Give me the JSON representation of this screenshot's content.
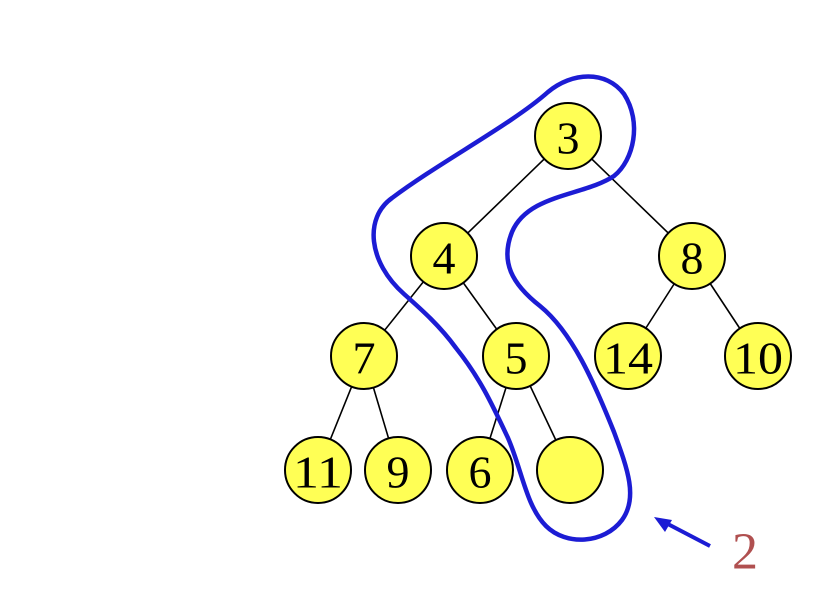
{
  "colors": {
    "node_fill": "#ffff55",
    "node_stroke": "#000000",
    "edge": "#000000",
    "path_outline": "#1c1cd4",
    "callout_arrow": "#1c1cd4",
    "callout_text": "#b05050"
  },
  "tree": {
    "nodes": [
      {
        "id": "n3",
        "label": "3"
      },
      {
        "id": "n4",
        "label": "4"
      },
      {
        "id": "n8",
        "label": "8"
      },
      {
        "id": "n7",
        "label": "7"
      },
      {
        "id": "n5",
        "label": "5"
      },
      {
        "id": "n14",
        "label": "14"
      },
      {
        "id": "n10",
        "label": "10"
      },
      {
        "id": "n11",
        "label": "11"
      },
      {
        "id": "n9",
        "label": "9"
      },
      {
        "id": "n6",
        "label": "6"
      },
      {
        "id": "nEmpty",
        "label": ""
      }
    ],
    "edges": [
      [
        "n3",
        "n4"
      ],
      [
        "n3",
        "n8"
      ],
      [
        "n4",
        "n7"
      ],
      [
        "n4",
        "n5"
      ],
      [
        "n8",
        "n14"
      ],
      [
        "n8",
        "n10"
      ],
      [
        "n7",
        "n11"
      ],
      [
        "n7",
        "n9"
      ],
      [
        "n5",
        "n6"
      ],
      [
        "n5",
        "nEmpty"
      ]
    ],
    "highlighted_path": [
      "n3",
      "n4",
      "n5",
      "nEmpty"
    ]
  },
  "callout": {
    "label": "2",
    "icon": "arrow-icon"
  }
}
